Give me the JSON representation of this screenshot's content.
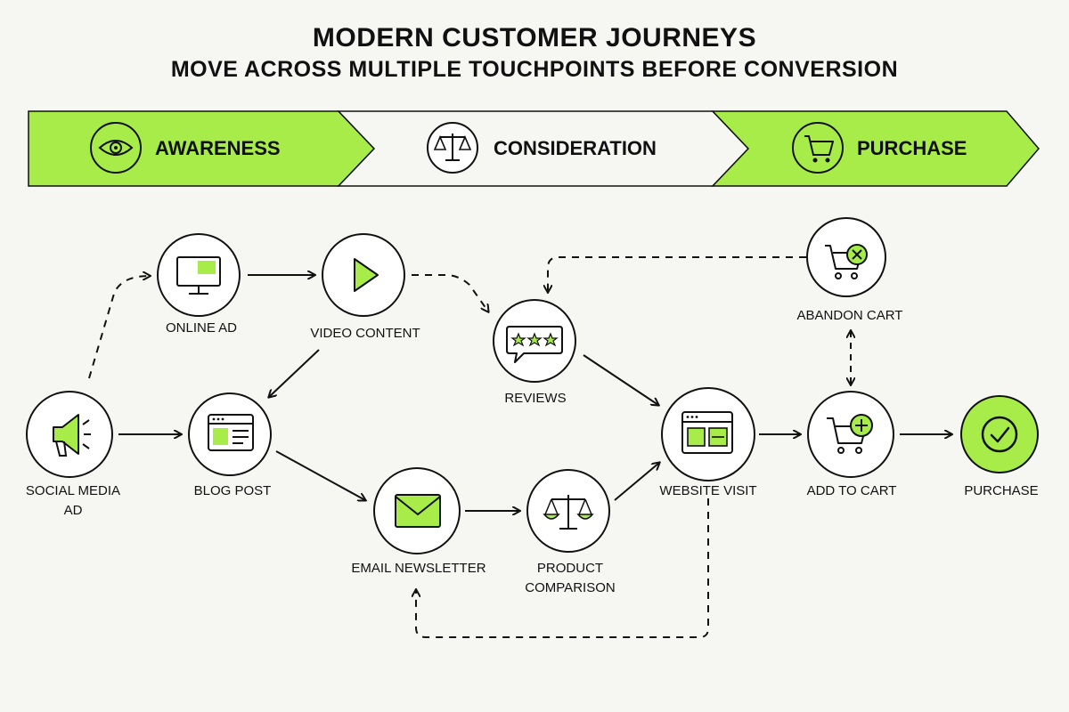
{
  "title": "MODERN CUSTOMER JOURNEYS",
  "subtitle": "MOVE ACROSS MULTIPLE TOUCHPOINTS BEFORE CONVERSION",
  "colors": {
    "accent": "#a8ec4a",
    "stroke": "#111111",
    "background": "#f6f6f3",
    "node_fill": "#ffffff"
  },
  "stages": [
    {
      "label": "AWARENESS",
      "icon": "eye-icon",
      "highlighted": true
    },
    {
      "label": "CONSIDERATION",
      "icon": "scale-icon",
      "highlighted": false
    },
    {
      "label": "PURCHASE",
      "icon": "cart-icon",
      "highlighted": true
    }
  ],
  "nodes": {
    "social_media_ad": {
      "label": [
        "SOCIAL MEDIA",
        "AD"
      ],
      "icon": "megaphone-icon"
    },
    "online_ad": {
      "label": [
        "ONLINE AD"
      ],
      "icon": "monitor-icon"
    },
    "video_content": {
      "label": [
        "VIDEO CONTENT"
      ],
      "icon": "play-icon"
    },
    "blog_post": {
      "label": [
        "BLOG POST"
      ],
      "icon": "webpage-icon"
    },
    "reviews": {
      "label": [
        "REVIEWS"
      ],
      "icon": "star-review-icon"
    },
    "email_newsletter": {
      "label": [
        "EMAIL NEWSLETTER"
      ],
      "icon": "envelope-icon"
    },
    "product_comparison": {
      "label": [
        "PRODUCT",
        "COMPARISON"
      ],
      "icon": "scale-icon"
    },
    "website_visit": {
      "label": [
        "WEBSITE VISIT"
      ],
      "icon": "browser-icon"
    },
    "abandon_cart": {
      "label": [
        "ABANDON CART"
      ],
      "icon": "cart-remove-icon"
    },
    "add_to_cart": {
      "label": [
        "ADD TO CART"
      ],
      "icon": "cart-add-icon"
    },
    "purchase": {
      "label": [
        "PURCHASE"
      ],
      "icon": "checkmark-icon",
      "highlighted": true
    }
  },
  "edges": [
    {
      "from": "social_media_ad",
      "to": "online_ad",
      "style": "dashed"
    },
    {
      "from": "social_media_ad",
      "to": "blog_post",
      "style": "solid"
    },
    {
      "from": "online_ad",
      "to": "video_content",
      "style": "solid"
    },
    {
      "from": "video_content",
      "to": "blog_post",
      "style": "solid"
    },
    {
      "from": "video_content",
      "to": "reviews",
      "style": "dashed"
    },
    {
      "from": "blog_post",
      "to": "email_newsletter",
      "style": "solid"
    },
    {
      "from": "email_newsletter",
      "to": "product_comparison",
      "style": "solid"
    },
    {
      "from": "product_comparison",
      "to": "website_visit",
      "style": "solid"
    },
    {
      "from": "reviews",
      "to": "website_visit",
      "style": "solid"
    },
    {
      "from": "website_visit",
      "to": "add_to_cart",
      "style": "solid"
    },
    {
      "from": "add_to_cart",
      "to": "purchase",
      "style": "solid"
    },
    {
      "from": "abandon_cart",
      "to": "add_to_cart",
      "style": "dashed",
      "bidirectional": true
    },
    {
      "from": "abandon_cart",
      "to": "reviews",
      "style": "dashed"
    },
    {
      "from": "website_visit",
      "to": "email_newsletter",
      "style": "dashed"
    }
  ]
}
